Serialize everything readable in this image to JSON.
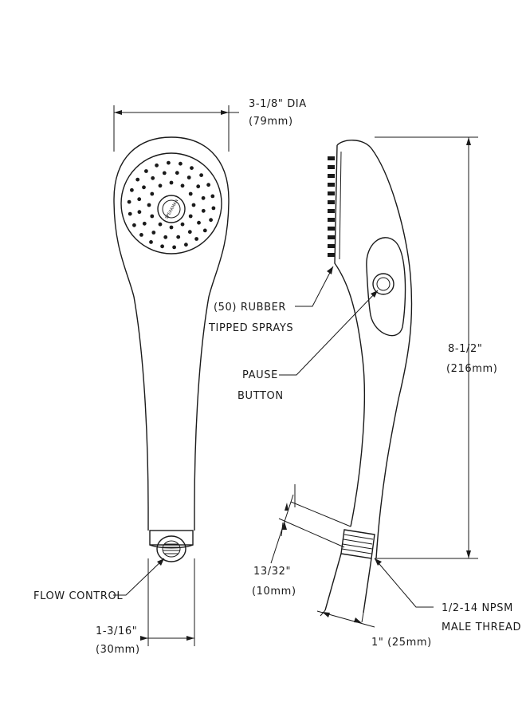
{
  "dimensions": {
    "diameter": {
      "line1": "3-1/8\" DIA",
      "line2": "(79mm)"
    },
    "height": {
      "line1": "8-1/2\"",
      "line2": "(216mm)"
    },
    "connector": {
      "line1": "1-3/16\"",
      "line2": "(30mm)"
    },
    "thread_length": {
      "line1": "13/32\"",
      "line2": "(10mm)"
    },
    "neck_width": {
      "line1": "1\" (25mm)"
    }
  },
  "callouts": {
    "sprays": {
      "line1": "(50) RUBBER",
      "line2": "TIPPED SPRAYS"
    },
    "pause": {
      "line1": "PAUSE",
      "line2": "BUTTON"
    },
    "flow": {
      "line1": "FLOW CONTROL"
    },
    "thread": {
      "line1": "1/2-14 NPSM",
      "line2": "MALE THREAD"
    }
  },
  "logo_text": "SPEAKMAN",
  "spray_count": 50
}
